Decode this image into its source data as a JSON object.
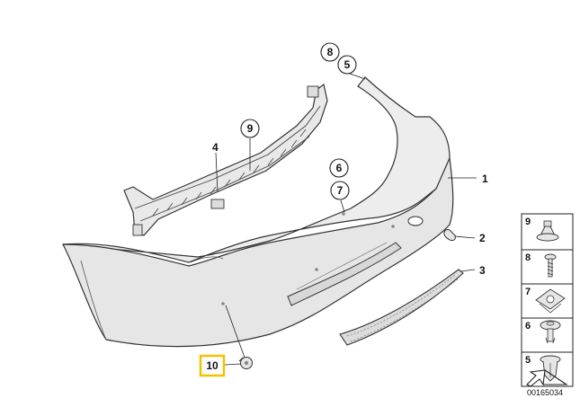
{
  "diagram": {
    "callouts": {
      "c1": "1",
      "c2": "2",
      "c3": "3",
      "c4": "4",
      "c5_top": "5",
      "c6": "6",
      "c7": "7",
      "c8": "8",
      "c9_top": "9",
      "c10": "10"
    },
    "legend": {
      "items": [
        "9",
        "8",
        "7",
        "6",
        "5"
      ]
    },
    "reference_code": "00165034",
    "colors": {
      "highlight": "#f2c200",
      "part_fill": "#ececec",
      "part_stroke": "#333333"
    }
  }
}
